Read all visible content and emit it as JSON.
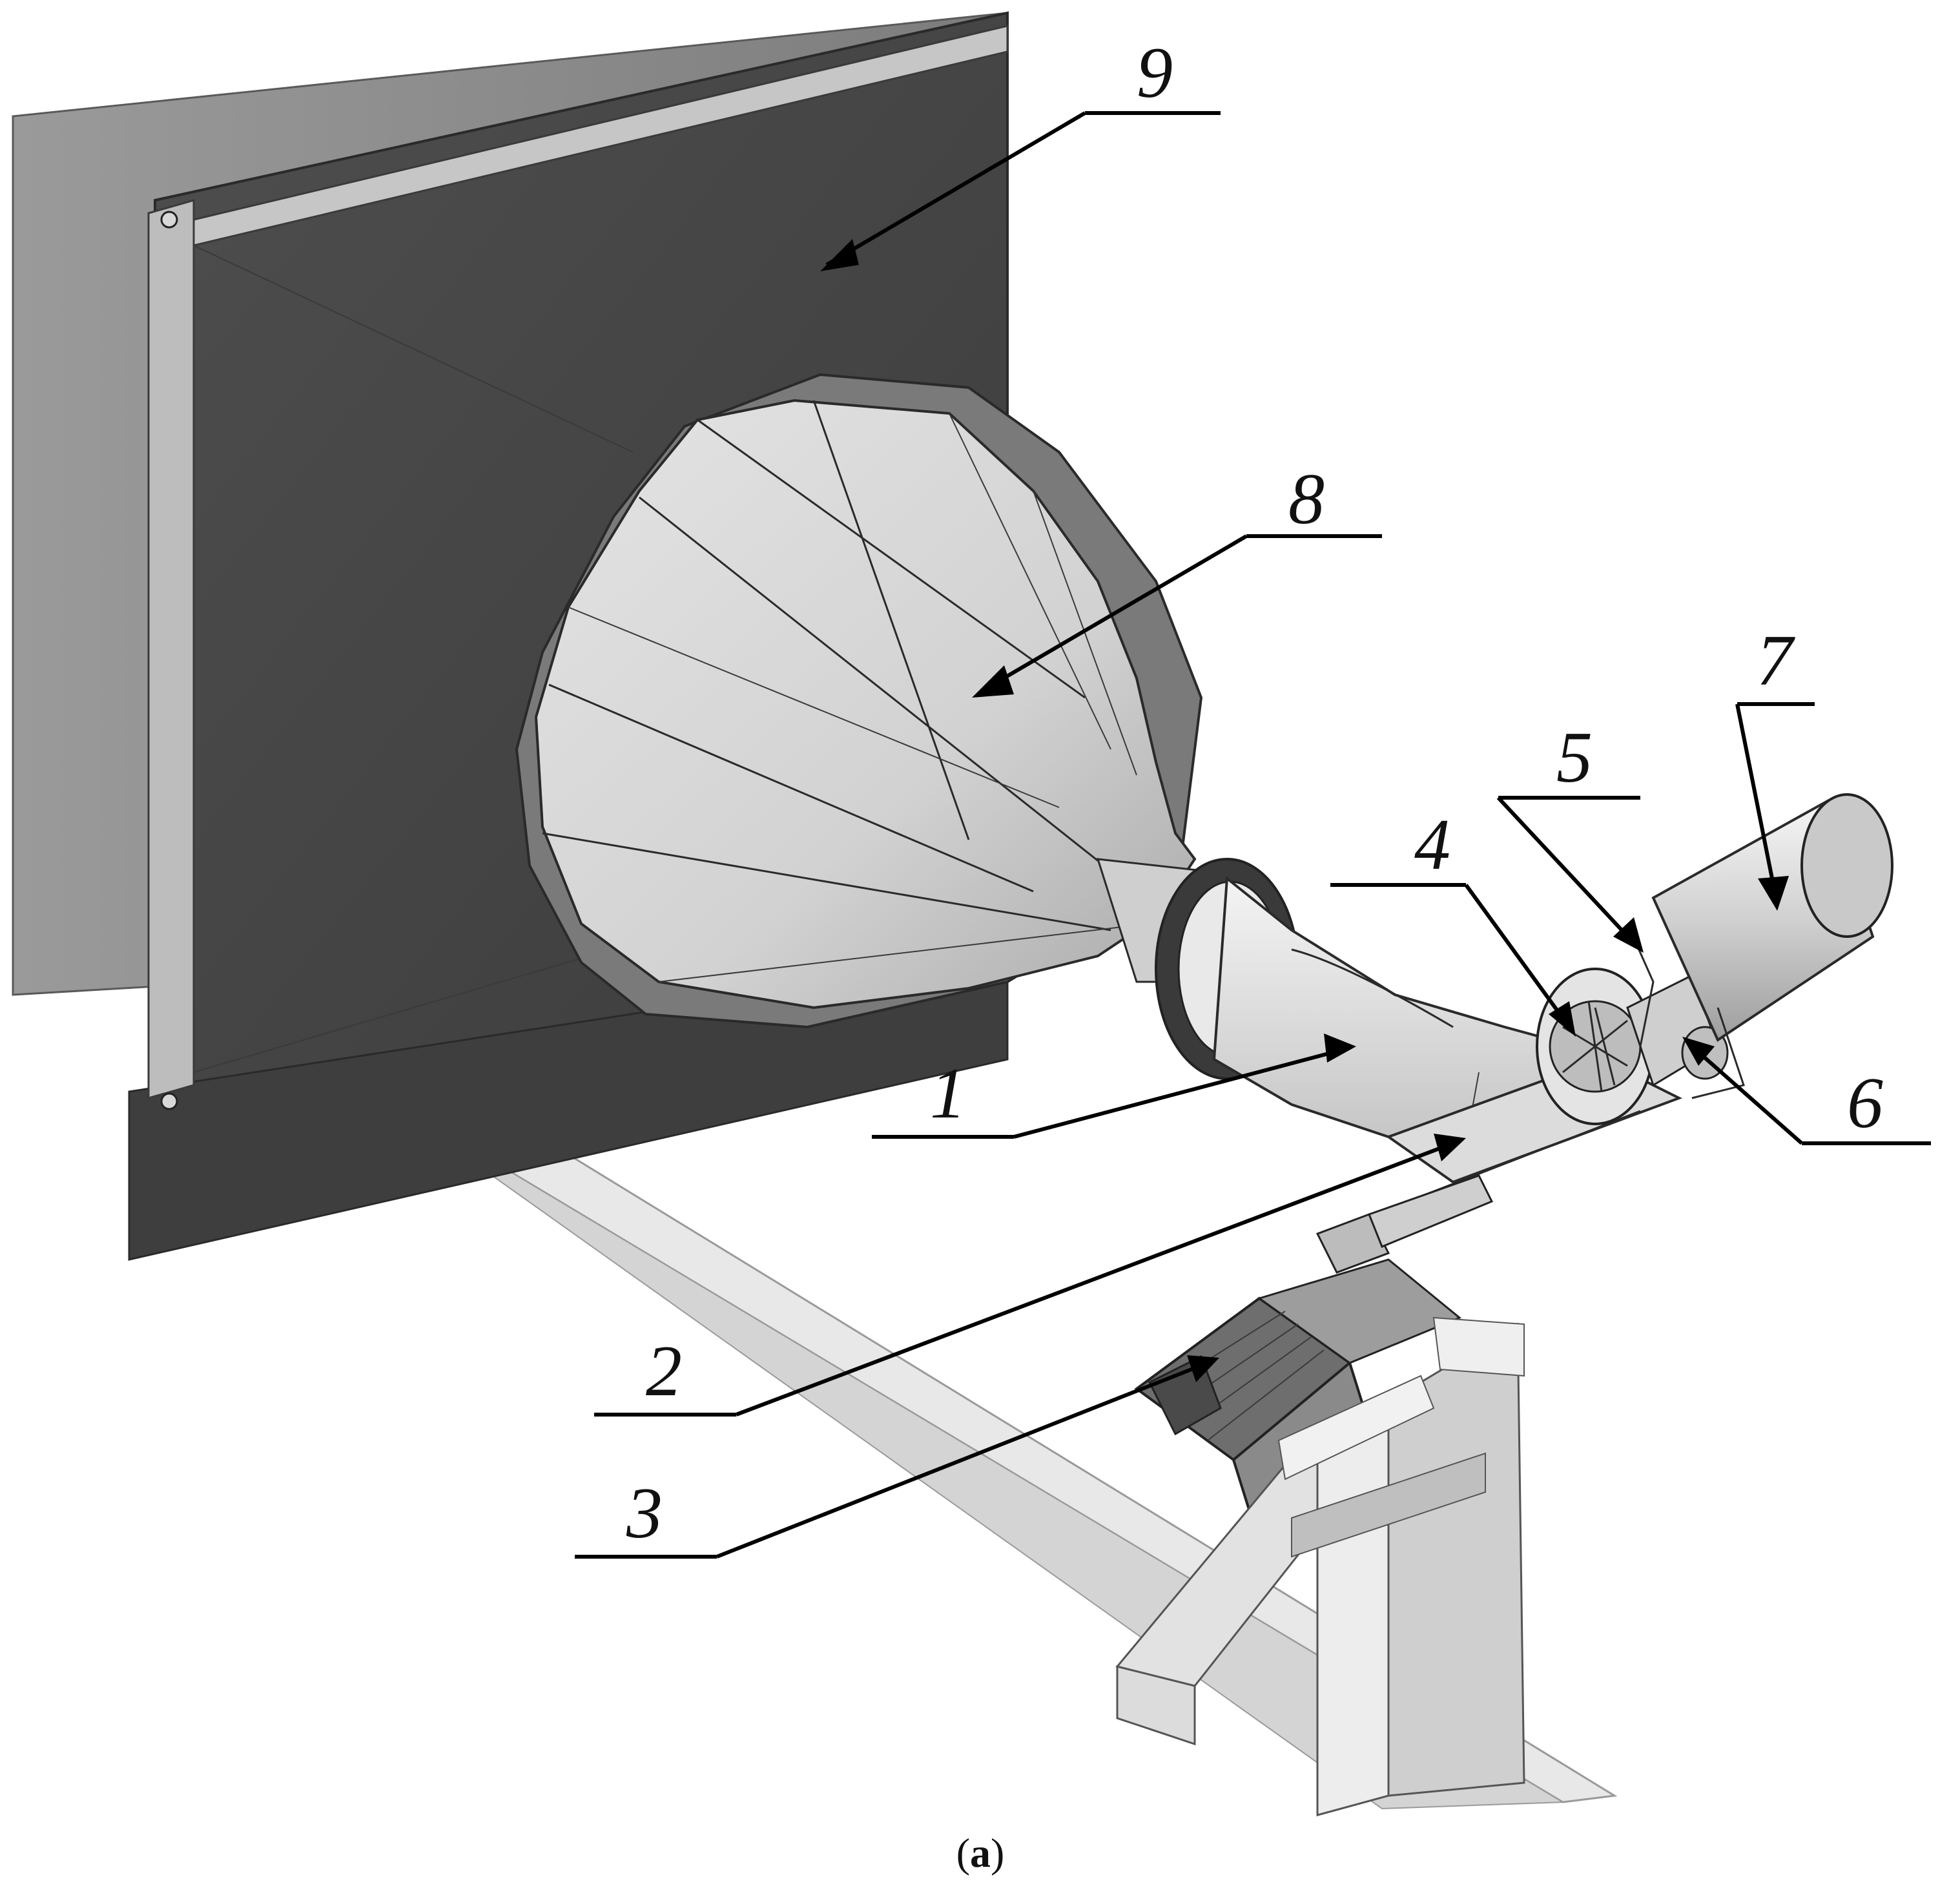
{
  "figure": {
    "caption_open": "(",
    "caption_letter": "a",
    "caption_close": ")"
  },
  "callouts": [
    {
      "id": "1",
      "label": "1"
    },
    {
      "id": "2",
      "label": "2"
    },
    {
      "id": "3",
      "label": "3"
    },
    {
      "id": "4",
      "label": "4"
    },
    {
      "id": "5",
      "label": "5"
    },
    {
      "id": "6",
      "label": "6"
    },
    {
      "id": "7",
      "label": "7"
    },
    {
      "id": "8",
      "label": "8"
    },
    {
      "id": "9",
      "label": "9"
    }
  ],
  "colors": {
    "chamber_dark": "#4a4a4a",
    "chamber_side": "#8c8c8c",
    "nozzle_light": "#d9d9d9",
    "frame_light": "#e6e6e6",
    "ink": "#000000"
  }
}
